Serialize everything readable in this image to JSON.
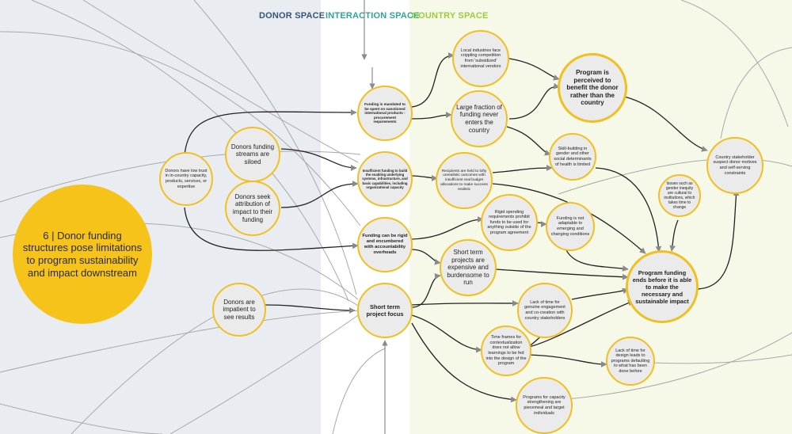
{
  "spaces": {
    "donor": "DONOR SPACE",
    "interaction": "INTERACTION SPACE",
    "country": "COUNTRY SPACE"
  },
  "hero": "6 | Donor funding structures pose limitations to program sustainability and impact downstream",
  "nodes": {
    "low_trust": "Donors have low trust in in-country capacity, products, services, or expertise",
    "siloed": "Donors funding streams are siloed",
    "attribution": "Donors seek attribution of impact to their funding",
    "impatient": "Donors are impatient to see results",
    "mandated": "Funding is mandated to be spent on sanctioned international products - procurement requirements",
    "insufficient": "Insufficient funding to build the enabling underlying systems, infrastructure, and basic capabilities, including organizational capacity",
    "rigid": "Funding can be rigid and encumbered with accountability overheads",
    "short_term_focus": "Short term project focus",
    "local_industries": "Local industries face crippling competition from 'subsidized' international vendors",
    "large_fraction": "Large fraction of funding never enters the country",
    "recipients_held": "Recipients are held to lofty unrealistic outcomes with insufficient real budget allocations to make success realistic",
    "rigid_spending": "Rigid spending requirements prohibit funds to be used for anything outside of the program agreement",
    "short_term_projects": "Short term projects are expensive and burdensome to run",
    "time_frames": "Time frames for contextualization does not allow learnings to be fed into the design of the program",
    "capacity_programs": "Programs for capacity strengthening are piecemeal and target individuals",
    "benefit_donor": "Program is perceived to benefit the donor rather than the country",
    "skill_building": "Skill-building in gender and other social determinants of health is limited",
    "not_adaptable": "Funding is not adaptable to emerging and changing conditions",
    "lack_engagement": "Lack of time for genuine engagement and co-creation with country stakeholders",
    "lack_design": "Lack of time for design leads to programs defaulting to what has been done before",
    "gender_inequity": "Issues such as gender inequity are cultural to institutions, which takes time to change",
    "suspect_motives": "Country stakeholder suspect donor motives and self-serving constraints",
    "funding_ends": "Program funding ends before it is able to make the necessary and sustainable impact"
  },
  "colors": {
    "donor_bg": "#e9edf2",
    "country_bg": "#f6f9e7",
    "node_fill": "#ebebeb",
    "node_border": "#f0c020",
    "hero_fill": "#f5c31a",
    "arrow": "#222222",
    "thin_line": "#a8a8a8"
  }
}
